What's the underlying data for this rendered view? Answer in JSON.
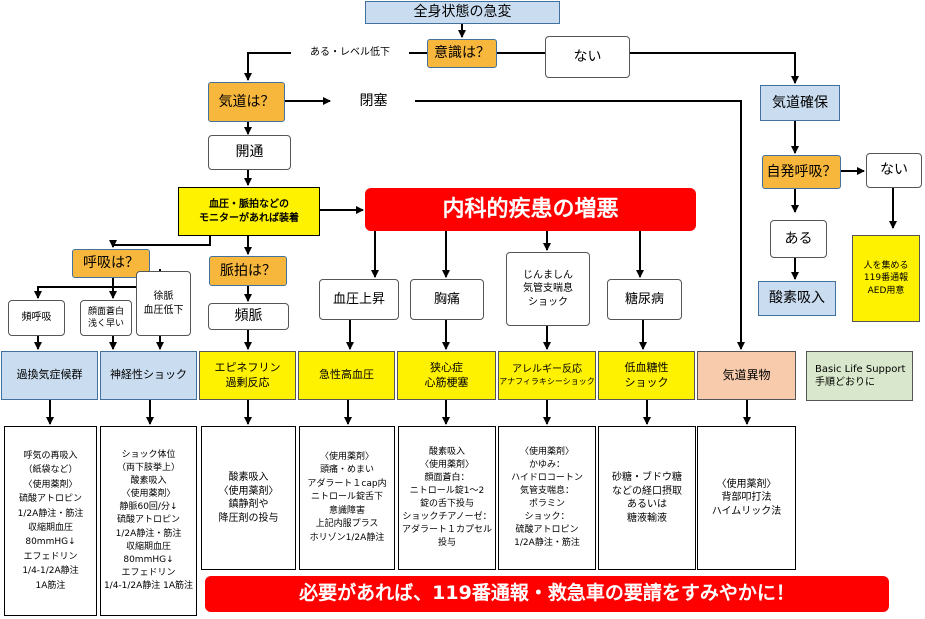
{
  "top": {
    "general_change": "全身状態の急変"
  },
  "consciousness": {
    "question": "意識は？",
    "yes_level_down": "ある・レベル低下",
    "none": "ない"
  },
  "airway": {
    "question": "気道は？",
    "obstruction": "閉塞",
    "open": "開通"
  },
  "airway_secure": {
    "label": "気道確保"
  },
  "spont_breath": {
    "question": "自発呼吸？",
    "yes": "ある",
    "no": "ない",
    "oxygen": "酸素吸入"
  },
  "gather": {
    "lines": [
      "人を集める",
      "119番通報",
      "AED用意"
    ]
  },
  "monitor": {
    "lines": [
      "血圧・脈拍などの",
      "モニターがあれば装着"
    ]
  },
  "internal": {
    "title": "内科的疾患の増悪"
  },
  "breathing": {
    "question": "呼吸は？",
    "rapid": "頻呼吸",
    "pale": [
      "顔面蒼白",
      "浅く早い"
    ],
    "slow_pulse": [
      "徐脈",
      "血圧低下"
    ]
  },
  "pulse": {
    "question": "脈拍は？",
    "tachy": "頻脈"
  },
  "conditions": {
    "bp_up": "血圧上昇",
    "chest_pain": "胸痛",
    "allergy_q": [
      "じんましん",
      "気管支喘息",
      "ショック"
    ],
    "diabetes": "糖尿病"
  },
  "categories": {
    "hyperventilation": "過換気症候群",
    "neurogenic": "神経性ショック",
    "epinephrine": [
      "エピネフリン",
      "過剰反応"
    ],
    "hypertension": "急性高血圧",
    "angina": [
      "狭心症",
      "心筋梗塞"
    ],
    "allergy": [
      "アレルギー反応",
      "アナフィラキシーショック"
    ],
    "hypoglycemia": [
      "低血糖性",
      "ショック"
    ],
    "foreign_body": "気道異物",
    "bls": [
      "Basic Life Support",
      "手順どおりに"
    ]
  },
  "treatments": {
    "t1": [
      "呼気の再吸入",
      "（紙袋など）",
      "〈使用薬剤〉",
      "硫酸アトロピン",
      "1/2A静注・筋注",
      "収縮期血圧",
      "80mmHG↓",
      "エフェドリン",
      "1/4-1/2A静注",
      "1A筋注"
    ],
    "t2": [
      "ショック体位",
      "（両下肢挙上）",
      "酸素吸入",
      "〈使用薬剤〉",
      "静脈60回/分↓",
      "硫酸アトロピン",
      "1/2A静注・筋注",
      "収縮期血圧",
      "80mmHG↓",
      "エフェドリン",
      "1/4-1/2A静注 1A筋注"
    ],
    "t3": [
      "酸素吸入",
      "〈使用薬剤〉",
      "鎮静剤や",
      "降圧剤の投与"
    ],
    "t4": [
      "〈使用薬剤〉",
      "頭痛・めまい",
      "アダラート１cap内",
      "ニトロール錠舌下",
      "意識障害",
      "上記内服プラス",
      "ホリゾン1/2A静注"
    ],
    "t5": [
      "酸素吸入",
      "〈使用薬剤〉",
      "顔面蒼白：",
      "ニトロール錠1～2",
      "錠の舌下投与",
      "ショックチアノーゼ：",
      "アダラート１カプセル",
      "投与"
    ],
    "t6": [
      "〈使用薬剤〉",
      "かゆみ：",
      "ハイドロコートン",
      "気管支喘息：",
      "ポラミン",
      "ショック：",
      "硫酸アトロピン",
      "1/2A静注・筋注"
    ],
    "t7": [
      "砂糖・ブドウ糖",
      "などの経口摂取",
      "あるいは",
      "糖液輸液"
    ],
    "t8": [
      "〈使用薬剤〉",
      "背部叩打法",
      "ハイムリック法"
    ]
  },
  "banner": {
    "text": "必要があれば、119番通報・救急車の要請をすみやかに！"
  },
  "colors": {
    "blue": "#c9dcf0",
    "orange": "#f7b73d",
    "yellow": "#fff200",
    "red": "#ff0000",
    "peach": "#f8cbad",
    "green": "#d9e8cc"
  }
}
